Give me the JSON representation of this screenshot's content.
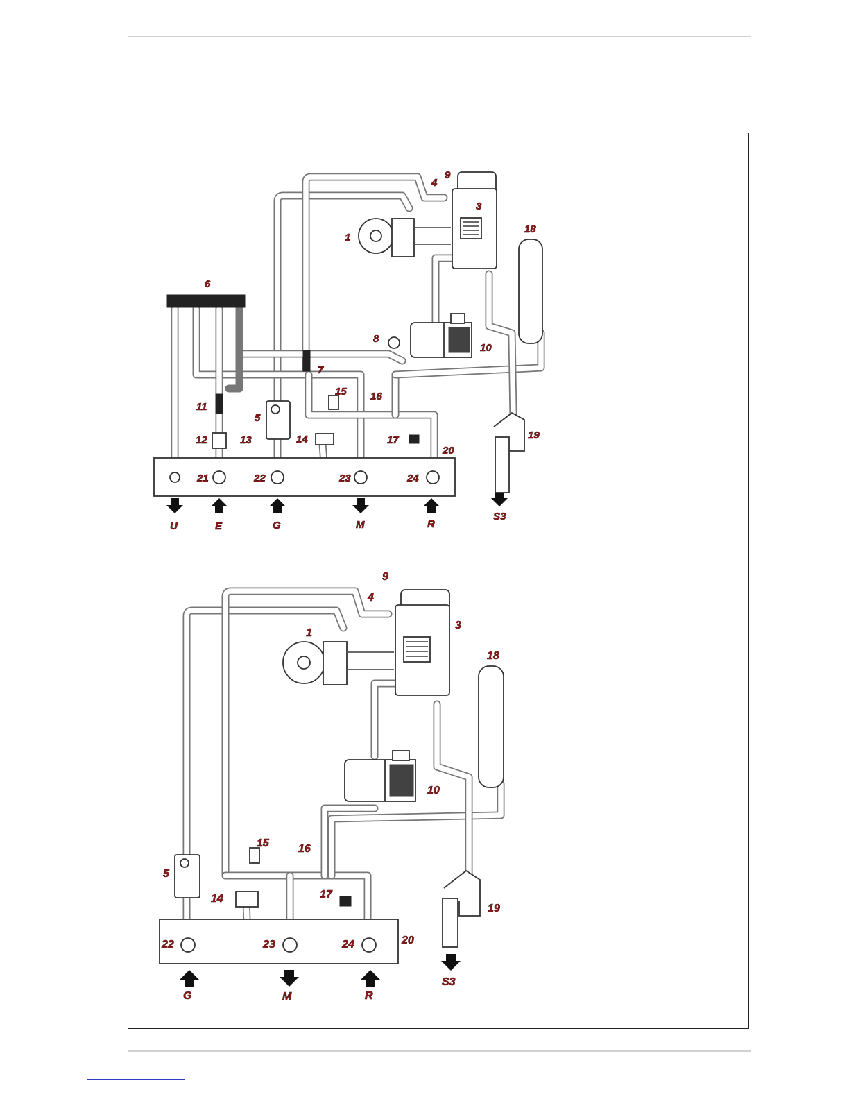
{
  "diagram_a": {
    "labels": [
      "1",
      "3",
      "4",
      "5",
      "6",
      "7",
      "8",
      "9",
      "10",
      "11",
      "12",
      "13",
      "14",
      "15",
      "16",
      "17",
      "18",
      "19",
      "20",
      "21",
      "22",
      "23",
      "24"
    ],
    "connections": [
      "U",
      "E",
      "G",
      "M",
      "R",
      "S3"
    ]
  },
  "diagram_b": {
    "labels": [
      "1",
      "3",
      "4",
      "5",
      "9",
      "10",
      "14",
      "15",
      "16",
      "17",
      "18",
      "19",
      "20",
      "22",
      "23",
      "24"
    ],
    "connections": [
      "G",
      "M",
      "R",
      "S3"
    ]
  }
}
